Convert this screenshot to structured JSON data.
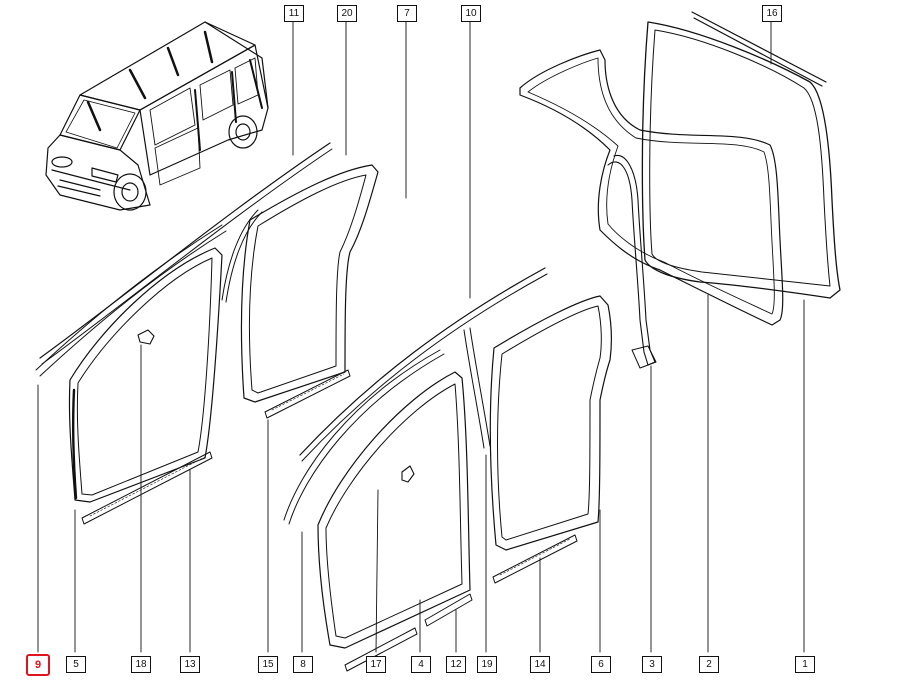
{
  "diagram": {
    "highlight_color": "#e0141e",
    "labels": {
      "p1": "1",
      "p2": "2",
      "p3": "3",
      "p4": "4",
      "p5": "5",
      "p6": "6",
      "p7": "7",
      "p8": "8",
      "p9": "9",
      "p10": "10",
      "p11": "11",
      "p12": "12",
      "p13": "13",
      "p14": "14",
      "p15": "15",
      "p16": "16",
      "p17": "17",
      "p18": "18",
      "p19": "19",
      "p20": "20"
    },
    "highlighted_part": "9"
  }
}
